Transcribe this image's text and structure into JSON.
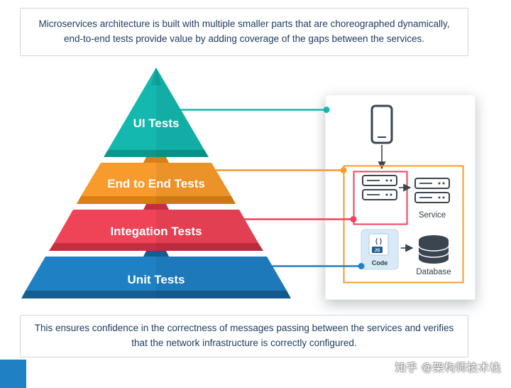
{
  "top_box": {
    "text": "Microservices architecture is built with multiple smaller parts that are choreographed dynamically, end-to-end tests provide value by adding coverage of the gaps between the services."
  },
  "pyramid": {
    "layers": [
      {
        "label": "UI Tests",
        "color": "#14b8ae",
        "dark_color": "#0e968e"
      },
      {
        "label": "End to End Tests",
        "color": "#f89b2c",
        "dark_color": "#d87f16"
      },
      {
        "label": "Integation Tests",
        "color": "#ef4358",
        "dark_color": "#c52e41"
      },
      {
        "label": "Unit Tests",
        "color": "#1f80c3",
        "dark_color": "#165e92"
      }
    ]
  },
  "card": {
    "service_label": "Service",
    "database_label": "Database",
    "code_label": "Code",
    "js_badge": "JS",
    "braces": "{ }"
  },
  "icons": {
    "phone": "smartphone-icon",
    "server": "server-icon",
    "code_file": "code-file-icon",
    "database": "database-icon"
  },
  "bottom_box": {
    "text": "This ensures confidence in the correctness of messages passing between the services and verifies that the network infrastructure is correctly configured."
  },
  "watermark": "知乎 @架构师技术栈",
  "colors": {
    "note_text": "#1d3a5f",
    "icon_dark": "#3a4550"
  }
}
